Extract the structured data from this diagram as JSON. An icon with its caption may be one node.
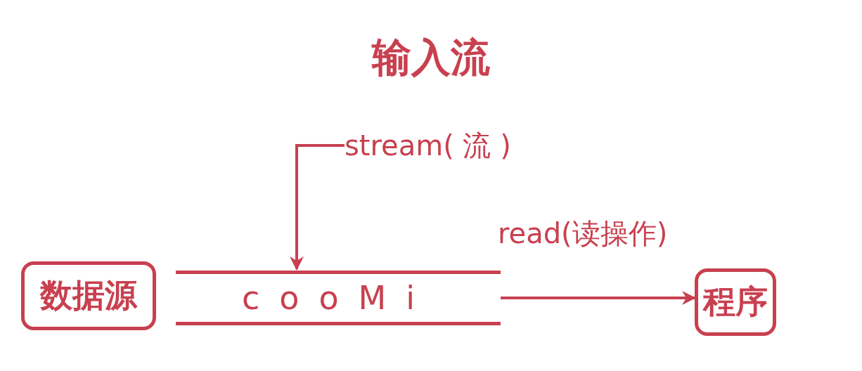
{
  "diagram": {
    "title": "输入流",
    "nodes": [
      {
        "text": [
          "数据源"
        ]
      },
      {
        "text": [
          "cooMi"
        ]
      },
      {
        "text": [
          "程序"
        ]
      },
      {
        "text": [
          "stream( 流 )"
        ]
      }
    ],
    "edges": [
      {
        "from": 3,
        "to": 1,
        "arrow": "to"
      },
      {
        "from": 1,
        "to": 2,
        "arrow": "to",
        "label": "read(读操作)"
      }
    ]
  }
}
